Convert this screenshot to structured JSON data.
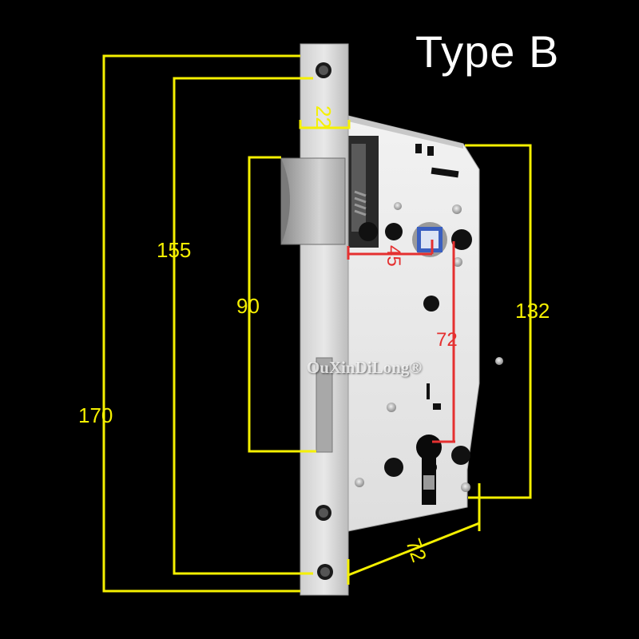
{
  "title": "Type B",
  "watermark": "OuXinDiLong®",
  "dimensions": {
    "overall_height": "170",
    "screw_hole_distance": "155",
    "latch_to_lower_edge": "90",
    "case_height": "132",
    "faceplate_width": "22",
    "backset_offset": "45",
    "center_distance": "72",
    "backset": "72"
  },
  "colors": {
    "background": "#000000",
    "dimension_lines": "#f5f000",
    "red_dimensions": "#e53030",
    "title_text": "#ffffff"
  }
}
